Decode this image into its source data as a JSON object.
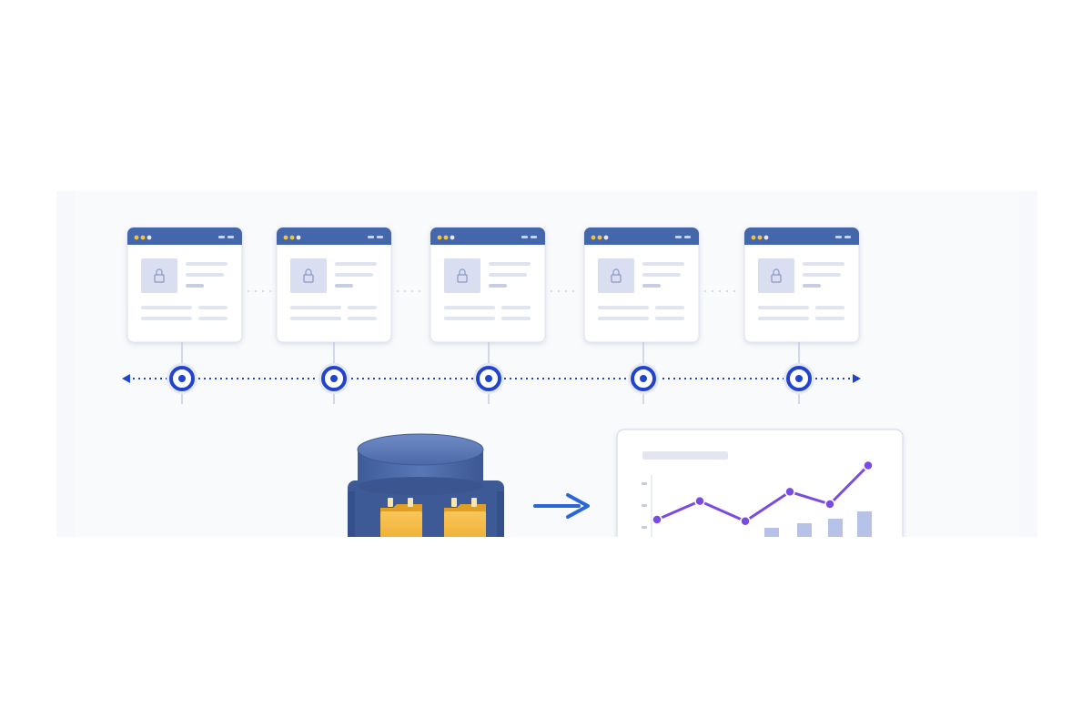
{
  "colors": {
    "page_background": "#ffffff",
    "panel_background": "#f7f8fb",
    "window_titlebar": "#4466aa",
    "timeline_blue": "#2244cc",
    "database_blue": "#4a69a8",
    "folder_orange": "#f5b53a",
    "arrow_blue": "#2a66d8",
    "line_purple": "#7a4be0"
  },
  "windows": [
    {
      "dots": [
        "#f3c340",
        "#f3c340",
        "#e8e8e8"
      ],
      "icon": "lock-icon"
    },
    {
      "dots": [
        "#f3c340",
        "#f3c340",
        "#e8e8e8"
      ],
      "icon": "lock-icon"
    },
    {
      "dots": [
        "#f3c340",
        "#f3c340",
        "#e8e8e8"
      ],
      "icon": "lock-icon"
    },
    {
      "dots": [
        "#f3c340",
        "#f3c340",
        "#e8e8e8"
      ],
      "icon": "lock-icon"
    },
    {
      "dots": [
        "#f3c340",
        "#f3c340",
        "#e8e8e8"
      ],
      "icon": "lock-icon"
    }
  ],
  "timeline": {
    "nodes": 5,
    "direction": "both-ends-arrow"
  },
  "database": {
    "icon": "database-icon",
    "folders": 2
  },
  "flow_arrow": {
    "icon": "arrow-right-icon"
  },
  "chart_panel": {
    "line_points": [
      1,
      2.2,
      0.9,
      2.8,
      2,
      4.5
    ],
    "bars": [
      1,
      1.5,
      2,
      2.8
    ],
    "line_color": "#7a4be0",
    "bar_color": "#a9b7e3"
  }
}
